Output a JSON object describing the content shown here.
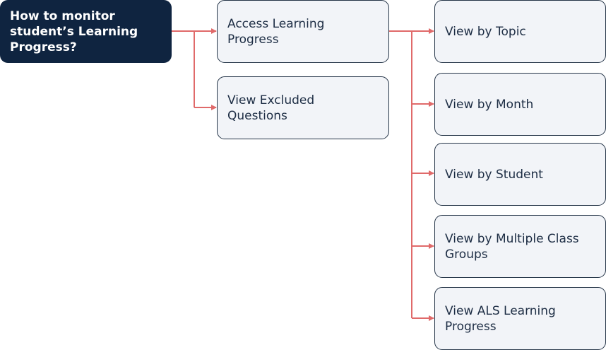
{
  "root": {
    "label": "How to monitor\nstudent’s Learning\nProgress?"
  },
  "level1": [
    {
      "label": "Access Learning\nProgress"
    },
    {
      "label": "View Excluded\nQuestions"
    }
  ],
  "level2": [
    {
      "label": "View by Topic"
    },
    {
      "label": "View by Month"
    },
    {
      "label": "View by Student"
    },
    {
      "label": "View by Multiple Class\nGroups"
    },
    {
      "label": "View ALS Learning\nProgress"
    }
  ],
  "colors": {
    "root_fill": "#0f2440",
    "box_fill": "#f2f4f8",
    "box_border": "#243447",
    "connector": "#e06a6a"
  }
}
